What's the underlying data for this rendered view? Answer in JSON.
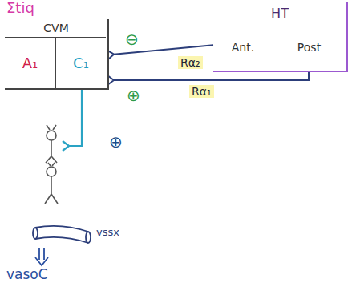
{
  "diagram": {
    "nodes": [
      {
        "text": [
          "Σtiq",
          "CVM"
        ]
      },
      {
        "text": [
          "A₁"
        ],
        "in": 0
      },
      {
        "text": [
          "C₁"
        ],
        "in": 0
      },
      {
        "text": [
          "HT"
        ]
      },
      {
        "text": [
          "Ant."
        ],
        "in": 3
      },
      {
        "text": [
          "Post"
        ],
        "in": 3
      }
    ],
    "edges": [
      {
        "from": 4,
        "to": 2,
        "arrow": "to",
        "label": "Rα₂"
      },
      {
        "from": 5,
        "to": 2,
        "arrow": "to",
        "label": "Rα₁"
      }
    ],
    "labels": [
      "⊖",
      "⊕",
      "⊕",
      "vssx",
      "vasoC"
    ]
  }
}
